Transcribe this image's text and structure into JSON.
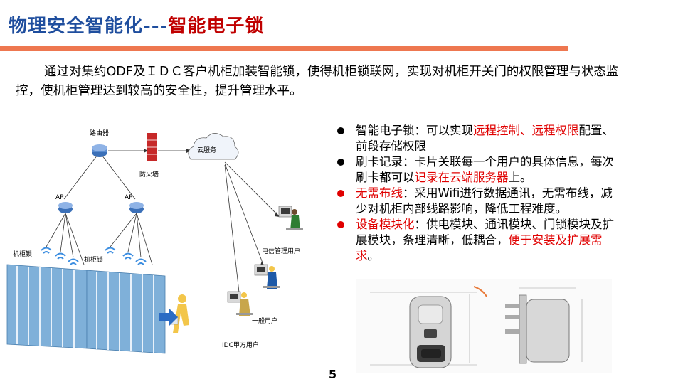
{
  "title": {
    "part1": "物理安全智能化---",
    "part2": "智能电子锁"
  },
  "intro": "通过对集约ODF及ＩＤＣ客户机柜加装智能锁，使得机柜锁联网，实现对机柜开关门的权限管理与状态监控，使机柜管理达到较高的安全性，提升管理水平。",
  "bullets": [
    {
      "a": "智能电子锁：可以实现",
      "hl": "远程控制、远程权限",
      "b": "配置、前段存储权限",
      "hl2": "",
      "c": ""
    },
    {
      "a": "刷卡记录：卡片关联每一个用户的具体信息，每次刷卡都可以",
      "hl": "记录在云端服务器",
      "b": "上。",
      "hl2": "",
      "c": ""
    },
    {
      "a": "",
      "hl": "无需布线",
      "b": "：采用Wifi进行数据通讯，无需布线，减少对机柜内部线路影响，降低工程难度。",
      "hl2": "",
      "c": ""
    },
    {
      "a": "",
      "hl": "设备模块化",
      "b": "：供电模块、通讯模块、门锁模块及扩展模块，条理清晰，低耦合，",
      "hl2": "便于安装及扩展需求",
      "c": "。"
    }
  ],
  "diagram": {
    "router": "路由器",
    "firewall": "防火墙",
    "cloud": "云服务",
    "ap1": "AP",
    "ap2": "AP",
    "cabinet1": "机柜锁",
    "cabinet2": "机柜锁",
    "telecom_user": "电信管理用户",
    "general_user": "一般用户",
    "idc_user": "IDC甲方用户"
  },
  "page_number": "5"
}
